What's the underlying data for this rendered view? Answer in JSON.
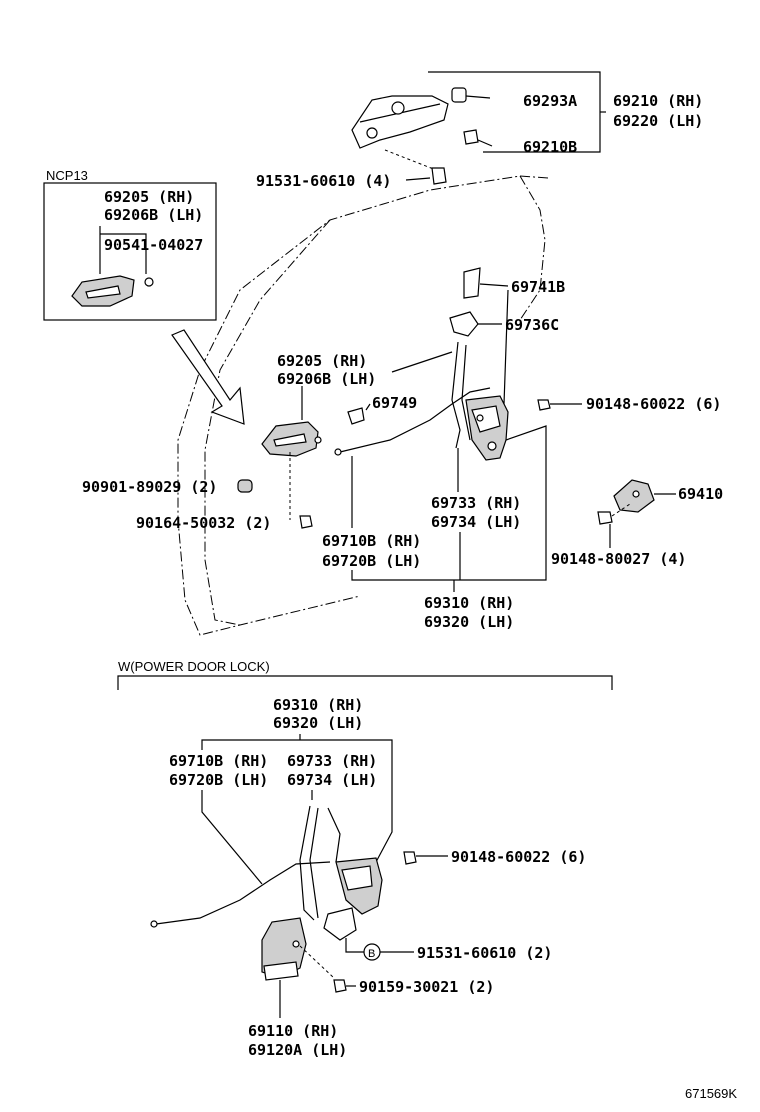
{
  "top": {
    "label_69293A": "69293A",
    "label_69210B": "69210B",
    "label_69210_rh": "69210 (RH)",
    "label_69220_lh": "69220 (LH)",
    "label_91531_60610_4": "91531-60610 (4)"
  },
  "ncp_box": {
    "title": "NCP13",
    "label_69205_rh": "69205 (RH)",
    "label_69206B_lh": "69206B (LH)",
    "label_90541": "90541-04027"
  },
  "mid": {
    "label_69741B": "69741B",
    "label_69736C": "69736C",
    "label_69205_rh": "69205 (RH)",
    "label_69206B_lh": "69206B (LH)",
    "label_69749": "69749",
    "label_90148_60022": "90148-60022 (6)",
    "label_90901": "90901-89029 (2)",
    "label_90164": "90164-50032 (2)",
    "label_69733_rh": "69733 (RH)",
    "label_69734_lh": "69734 (LH)",
    "label_69410": "69410",
    "label_69710B_rh": "69710B (RH)",
    "label_69720B_lh": "69720B (LH)",
    "label_90148_80027": "90148-80027 (4)",
    "label_69310_rh": "69310 (RH)",
    "label_69320_lh": "69320 (LH)"
  },
  "power_lock": {
    "header": "W(POWER DOOR LOCK)",
    "label_69310_rh": "69310 (RH)",
    "label_69320_lh": "69320 (LH)",
    "label_69710B_rh": "69710B (RH)",
    "label_69720B_lh": "69720B (LH)",
    "label_69733_rh": "69733 (RH)",
    "label_69734_lh": "69734 (LH)",
    "label_90148_60022": "90148-60022 (6)",
    "circle_marker": "B",
    "label_91531": "91531-60610 (2)",
    "label_90159": "90159-30021 (2)",
    "label_69110_rh": "69110 (RH)",
    "label_69120A_lh": "69120A (LH)"
  },
  "footer": {
    "code": "671569K"
  }
}
